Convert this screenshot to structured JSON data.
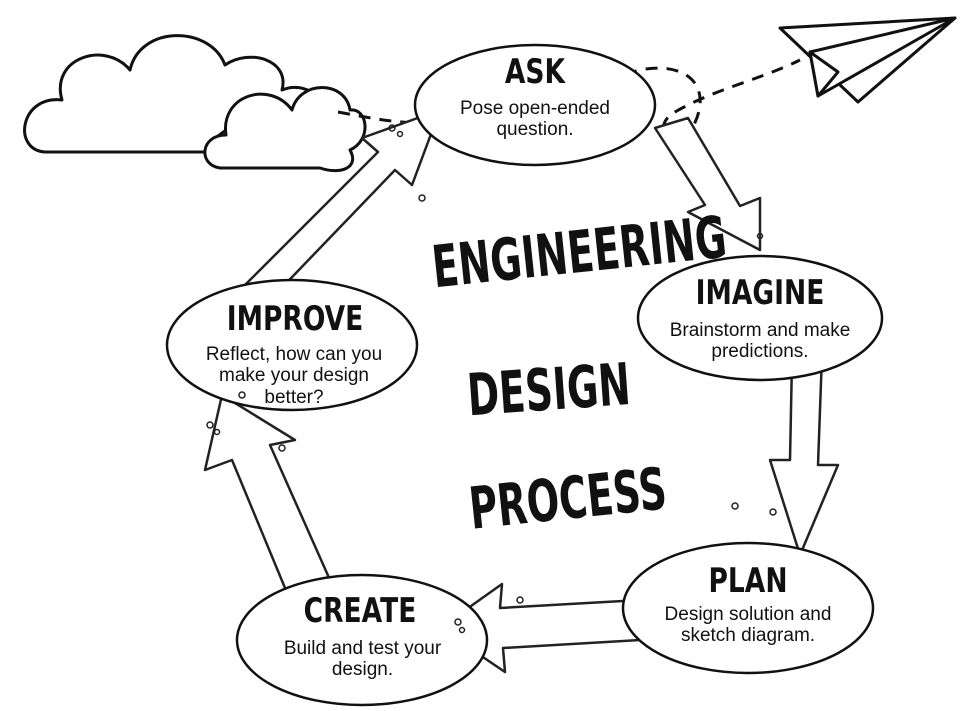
{
  "center": {
    "line1": "ENGINEERING",
    "line2": "DESIGN",
    "line3": "PROCESS"
  },
  "steps": [
    {
      "title": "ASK",
      "description": "Pose open-ended question."
    },
    {
      "title": "IMAGINE",
      "description": "Brainstorm and make predictions."
    },
    {
      "title": "PLAN",
      "description": "Design solution and sketch diagram."
    },
    {
      "title": "CREATE",
      "description": "Build and test your design."
    },
    {
      "title": "IMPROVE",
      "description": "Reflect, how can you make your design better?"
    }
  ],
  "colors": {
    "ink": "#111111",
    "paper": "#ffffff"
  },
  "icons": [
    "cloud-icon",
    "paper-airplane-icon"
  ]
}
